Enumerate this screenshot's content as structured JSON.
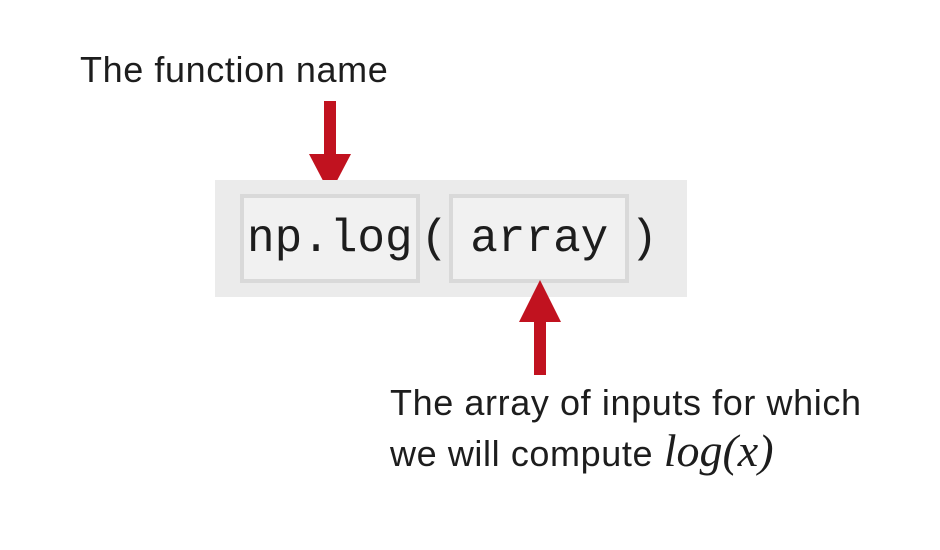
{
  "colors": {
    "accent_red": "#C1121F",
    "code_block_bg": "#EBEBEB",
    "code_box_border": "#D9D9D9",
    "code_box_bg": "#F1F1F1",
    "text": "#1D1D1D"
  },
  "icons": {
    "function_pointer": "down-arrow",
    "argument_pointer": "up-arrow"
  },
  "annotations": {
    "function_label": "The function name",
    "array_label_line1": "The array of inputs for which",
    "array_label_line2_prefix": "we will compute ",
    "array_label_math": "log(x)"
  },
  "code": {
    "function_name": "np.log",
    "open_paren": "(",
    "argument": "array",
    "close_paren": ")"
  }
}
